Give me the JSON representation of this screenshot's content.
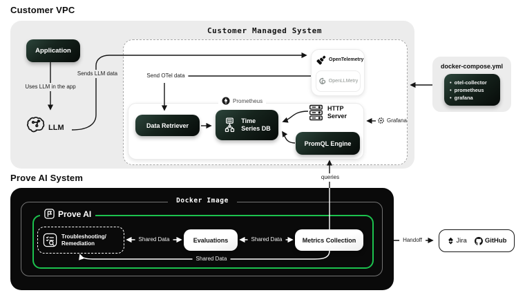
{
  "customer_vpc": {
    "title": "Customer VPC",
    "application": "Application",
    "uses_llm": "Uses LLM in the app",
    "llm": "LLM",
    "sends_llm_data": "Sends LLM data"
  },
  "managed_system": {
    "title": "Customer Managed System",
    "send_otel_data": "Send OTel data",
    "opentelemetry": "OpenTelemetry",
    "openllmetry": "OpenLLMetry",
    "grafana": "Grafana",
    "prometheus": {
      "label": "Prometheus",
      "data_retriever": "Data Retriever",
      "time_series_db_line1": "Time",
      "time_series_db_line2": "Series DB",
      "http_server_line1": "HTTP",
      "http_server_line2": "Server",
      "promql_engine": "PromQL Engine"
    }
  },
  "docker_compose": {
    "title": "docker-compose.yml",
    "items": [
      "otel-collector",
      "prometheus",
      "grafana"
    ]
  },
  "prove_ai": {
    "title": "Prove AI System",
    "docker_image": "Docker Image",
    "brand": "Prove AI",
    "troubleshooting_line1": "Troubleshooting/",
    "troubleshooting_line2": "Remediation",
    "evaluations": "Evaluations",
    "metrics_collection": "Metrics Collection",
    "queries": "queries",
    "handoff": "Handoff"
  },
  "labels": {
    "shared_data": "Shared Data"
  },
  "integrations": {
    "jira": "Jira",
    "github": "GitHub"
  },
  "colors": {
    "accent_green": "#1cc24e",
    "dark_node": "#16241d",
    "vpc_gray": "#ececec",
    "docker_black": "#0a0a0a"
  }
}
